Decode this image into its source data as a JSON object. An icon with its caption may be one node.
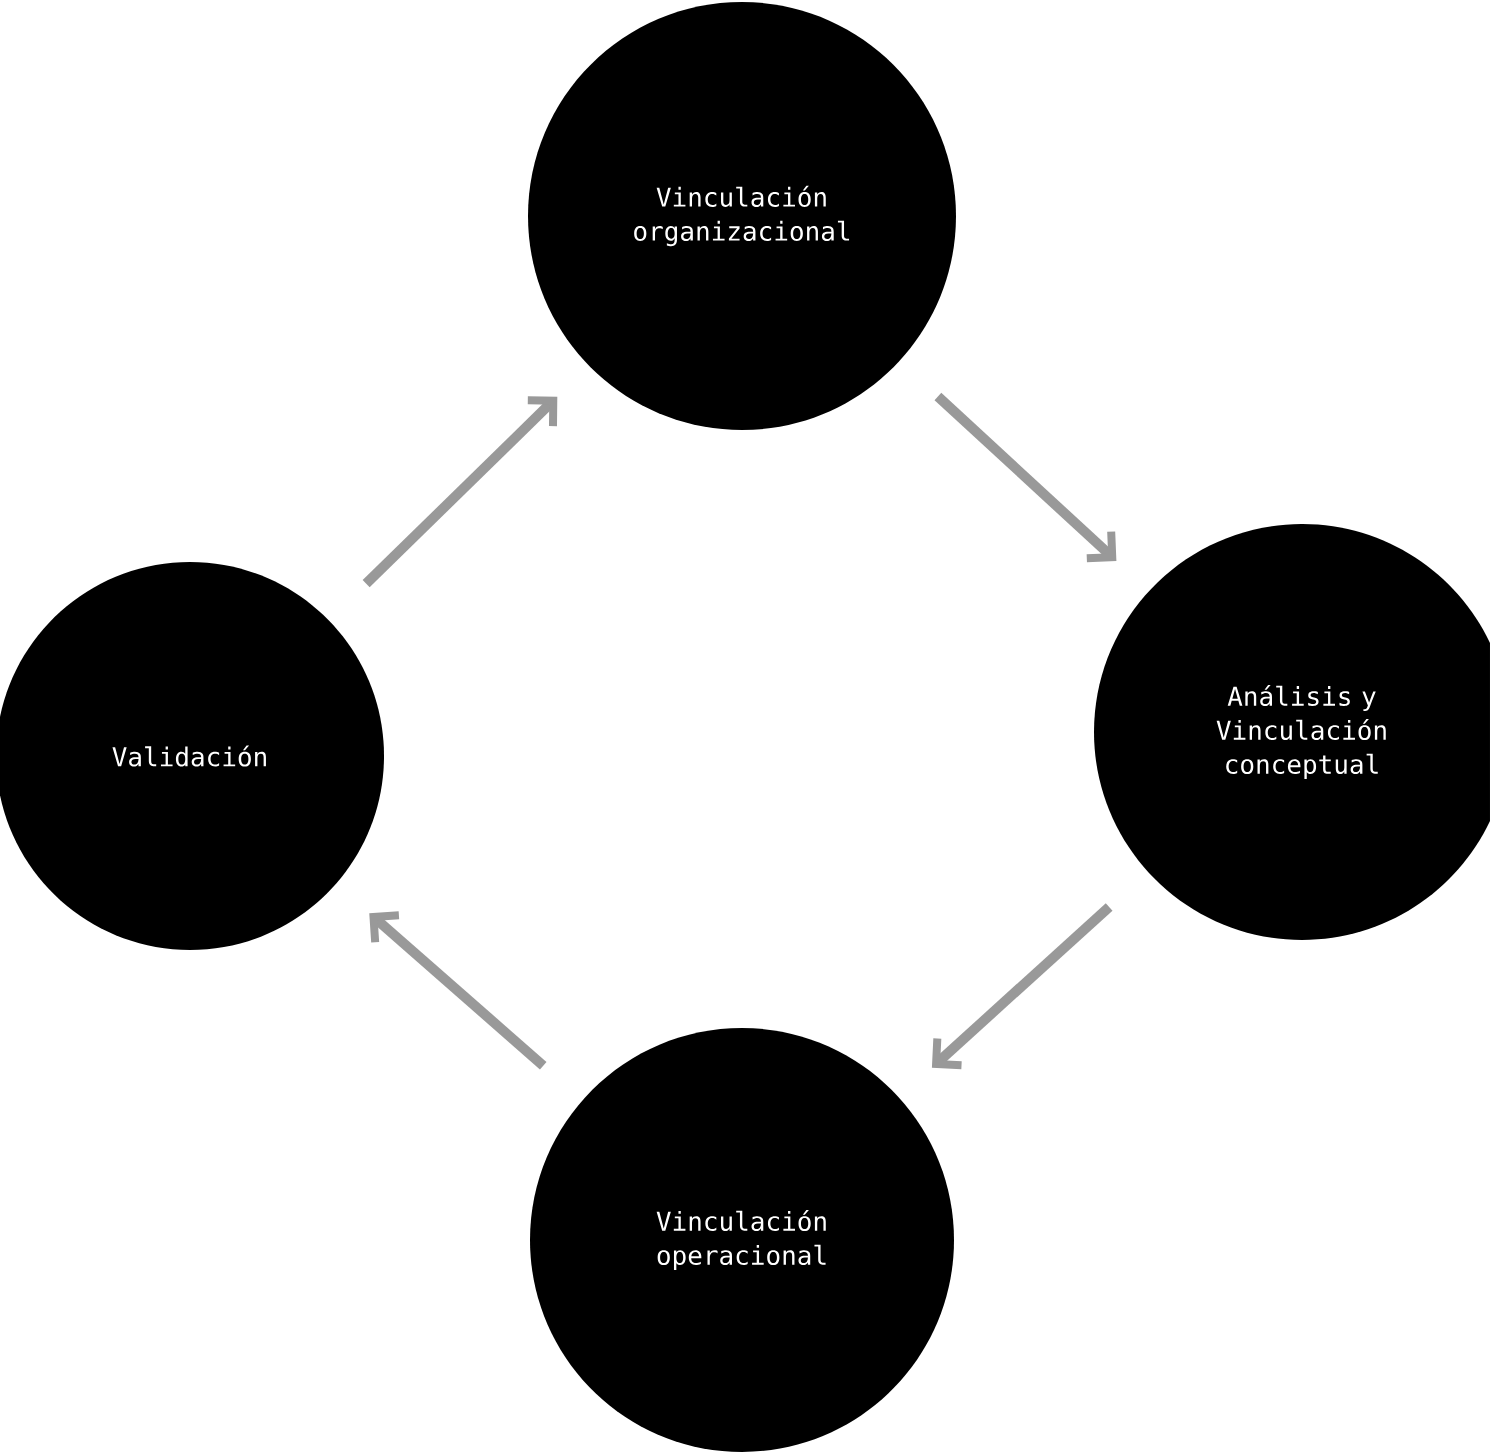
{
  "diagram": {
    "nodes": [
      {
        "text": [
          "Vinculación organizacional"
        ]
      },
      {
        "text": [
          "Validación"
        ]
      },
      {
        "text": [
          "Análisis y Vinculación conceptual"
        ]
      },
      {
        "text": [
          "Vinculación operacional"
        ]
      }
    ],
    "edges": [
      {
        "from": 0,
        "to": 2,
        "arrow": "to"
      },
      {
        "from": 2,
        "to": 3,
        "arrow": "to"
      },
      {
        "from": 3,
        "to": 1,
        "arrow": "to"
      },
      {
        "from": 1,
        "to": 0,
        "arrow": "to"
      }
    ]
  }
}
